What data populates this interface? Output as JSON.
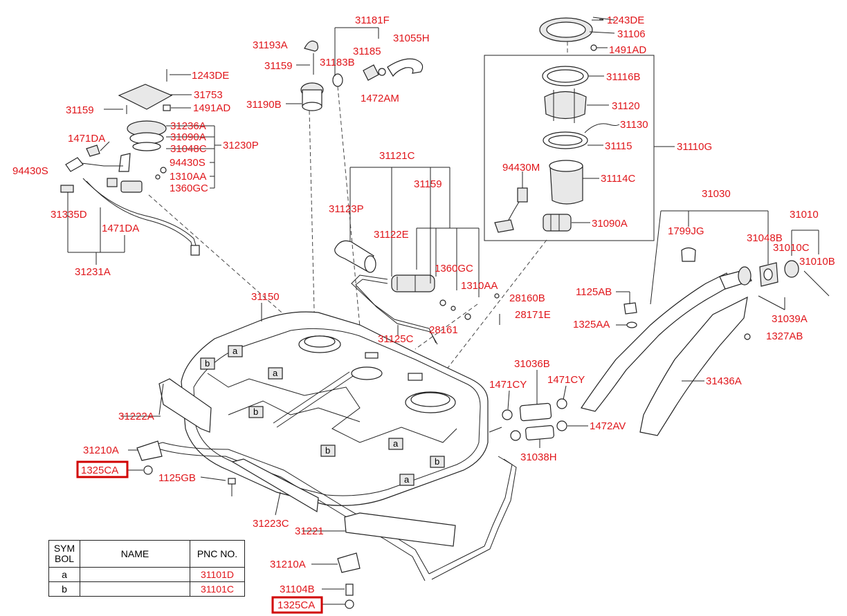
{
  "diagram": {
    "labels": [
      {
        "id": "l31181F",
        "text": "31181F"
      },
      {
        "id": "l1243DE_t",
        "text": "1243DE"
      },
      {
        "id": "l31106",
        "text": "31106"
      },
      {
        "id": "l1491AD_t",
        "text": "1491AD"
      },
      {
        "id": "l31193A",
        "text": "31193A"
      },
      {
        "id": "l31185",
        "text": "31185"
      },
      {
        "id": "l31055H",
        "text": "31055H"
      },
      {
        "id": "l31159_a",
        "text": "31159"
      },
      {
        "id": "l31183B",
        "text": "31183B"
      },
      {
        "id": "l1243DE_l",
        "text": "1243DE"
      },
      {
        "id": "l31116B",
        "text": "31116B"
      },
      {
        "id": "l31753",
        "text": "31753"
      },
      {
        "id": "l31159_b",
        "text": "31159"
      },
      {
        "id": "l31190B",
        "text": "31190B"
      },
      {
        "id": "l1491AD_l",
        "text": "1491AD"
      },
      {
        "id": "l1472AM",
        "text": "1472AM"
      },
      {
        "id": "l31120",
        "text": "31120"
      },
      {
        "id": "l31236A",
        "text": "31236A"
      },
      {
        "id": "l1471DA_a",
        "text": "1471DA"
      },
      {
        "id": "l31090A_a",
        "text": "31090A"
      },
      {
        "id": "l31130",
        "text": "31130"
      },
      {
        "id": "l31048C",
        "text": "31048C"
      },
      {
        "id": "l31230P",
        "text": "31230P"
      },
      {
        "id": "l31115",
        "text": "31115"
      },
      {
        "id": "l31110G",
        "text": "31110G"
      },
      {
        "id": "l31121C",
        "text": "31121C"
      },
      {
        "id": "l94430S_a",
        "text": "94430S"
      },
      {
        "id": "l94430S_b",
        "text": "94430S"
      },
      {
        "id": "l94430M",
        "text": "94430M"
      },
      {
        "id": "l1310AA_a",
        "text": "1310AA"
      },
      {
        "id": "l1360GC_a",
        "text": "1360GC"
      },
      {
        "id": "l31114C",
        "text": "31114C"
      },
      {
        "id": "l31159_c",
        "text": "31159"
      },
      {
        "id": "l31030",
        "text": "31030"
      },
      {
        "id": "l31335D",
        "text": "31335D"
      },
      {
        "id": "l31123P",
        "text": "31123P"
      },
      {
        "id": "l31010",
        "text": "31010"
      },
      {
        "id": "l1471DA_b",
        "text": "1471DA"
      },
      {
        "id": "l31090A_b",
        "text": "31090A"
      },
      {
        "id": "l1799JG",
        "text": "1799JG"
      },
      {
        "id": "l31122E",
        "text": "31122E"
      },
      {
        "id": "l31048B",
        "text": "31048B"
      },
      {
        "id": "l31010C",
        "text": "31010C"
      },
      {
        "id": "l31010B",
        "text": "31010B"
      },
      {
        "id": "l31231A",
        "text": "31231A"
      },
      {
        "id": "l1360GC_b",
        "text": "1360GC"
      },
      {
        "id": "l1310AA_b",
        "text": "1310AA"
      },
      {
        "id": "l1125AB",
        "text": "1125AB"
      },
      {
        "id": "l28160B",
        "text": "28160B"
      },
      {
        "id": "l31150",
        "text": "31150"
      },
      {
        "id": "l31039A",
        "text": "31039A"
      },
      {
        "id": "l28171E",
        "text": "28171E"
      },
      {
        "id": "l1325AA",
        "text": "1325AA"
      },
      {
        "id": "l28161",
        "text": "28161"
      },
      {
        "id": "l31125C",
        "text": "31125C"
      },
      {
        "id": "l1327AB",
        "text": "1327AB"
      },
      {
        "id": "l31036B",
        "text": "31036B"
      },
      {
        "id": "l1471CY_a",
        "text": "1471CY"
      },
      {
        "id": "l1471CY_b",
        "text": "1471CY"
      },
      {
        "id": "l31436A",
        "text": "31436A"
      },
      {
        "id": "l31222A",
        "text": "31222A"
      },
      {
        "id": "l1472AV",
        "text": "1472AV"
      },
      {
        "id": "l31210A_a",
        "text": "31210A"
      },
      {
        "id": "l31038H",
        "text": "31038H"
      },
      {
        "id": "l1325CA_a",
        "text": "1325CA"
      },
      {
        "id": "l1125GB",
        "text": "1125GB"
      },
      {
        "id": "l31223C",
        "text": "31223C"
      },
      {
        "id": "l31221",
        "text": "31221"
      },
      {
        "id": "l31210A_b",
        "text": "31210A"
      },
      {
        "id": "l31104B",
        "text": "31104B"
      },
      {
        "id": "l1325CA_b",
        "text": "1325CA"
      }
    ],
    "symbols": [
      {
        "text": "a"
      },
      {
        "text": "a"
      },
      {
        "text": "a"
      },
      {
        "text": "a"
      },
      {
        "text": "b"
      },
      {
        "text": "b"
      },
      {
        "text": "b"
      },
      {
        "text": "b"
      }
    ],
    "highlight_color": "#d10000",
    "label_color": "#e0161b"
  },
  "legend": {
    "header": {
      "sym": "SYM BOL",
      "name": "NAME",
      "pnc": "PNC NO."
    },
    "rows": [
      {
        "sym": "a",
        "name": "",
        "pnc": "31101D"
      },
      {
        "sym": "b",
        "name": "",
        "pnc": "31101C"
      }
    ]
  }
}
